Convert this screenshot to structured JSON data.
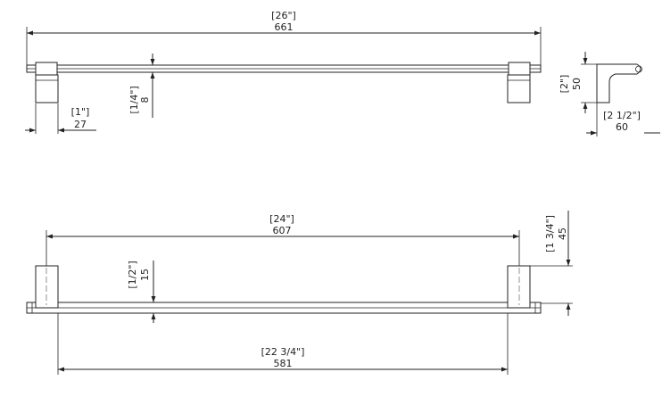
{
  "dimensions": {
    "top_length_in": "[26\"]",
    "top_length_mm": "661",
    "top_bracket_in": "[1\"]",
    "top_bracket_mm": "27",
    "top_bar_in": "[1/4\"]",
    "top_bar_mm": "8",
    "side_height_in": "[2\"]",
    "side_height_mm": "50",
    "side_depth_in": "[2 1/2\"]",
    "side_depth_mm": "60",
    "bottom_centers_in": "[24\"]",
    "bottom_centers_mm": "607",
    "bottom_bar_in": "[1/2\"]",
    "bottom_bar_mm": "15",
    "bottom_height_in": "[1 3/4\"]",
    "bottom_height_mm": "45",
    "bottom_inner_in": "[22 3/4\"]",
    "bottom_inner_mm": "581"
  }
}
